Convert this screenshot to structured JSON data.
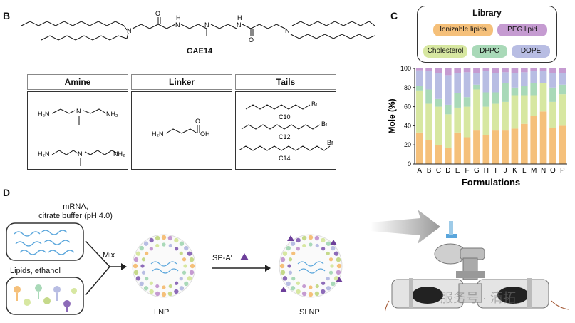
{
  "panels": {
    "b": "B",
    "c": "C",
    "d": "D"
  },
  "molecule_name": "GAE14",
  "table": {
    "headers": {
      "amine": "Amine",
      "linker": "Linker",
      "tails": "Tails"
    },
    "header_colors": {
      "amine": "#f9d9a6",
      "linker": "#cfe6b1",
      "tails": "#9ed5e1"
    },
    "tail_labels": [
      "C10",
      "C12",
      "C14"
    ],
    "atoms": {
      "H2N": "H₂N",
      "NH2": "NH₂",
      "N": "N",
      "O": "O",
      "OH": "OH",
      "Br": "Br",
      "H": "H"
    }
  },
  "library": {
    "title": "Library",
    "items": [
      {
        "label": "Ionizable lipids",
        "color": "#f5c07a"
      },
      {
        "label": "PEG lipid",
        "color": "#c59bd1"
      },
      {
        "label": "Cholesterol",
        "color": "#d7e7a1"
      },
      {
        "label": "DPPC",
        "color": "#a9d9b8"
      },
      {
        "label": "DOPE",
        "color": "#b8bde3"
      }
    ]
  },
  "chart_data": {
    "type": "bar",
    "stacked": true,
    "categories": [
      "A",
      "B",
      "C",
      "D",
      "E",
      "F",
      "G",
      "H",
      "I",
      "J",
      "K",
      "L",
      "M",
      "N",
      "O",
      "P"
    ],
    "series": [
      {
        "name": "Ionizable lipids",
        "color": "#f5c07a",
        "values": [
          33,
          25,
          20,
          17,
          33,
          28,
          35,
          30,
          35,
          35,
          37,
          42,
          50,
          55,
          38,
          40
        ]
      },
      {
        "name": "Cholesterol",
        "color": "#d7e7a1",
        "values": [
          44,
          38,
          40,
          35,
          26,
          32,
          43,
          30,
          28,
          30,
          35,
          30,
          22,
          30,
          27,
          33
        ]
      },
      {
        "name": "DPPC",
        "color": "#a9d9b8",
        "values": [
          5,
          15,
          8,
          10,
          15,
          10,
          5,
          15,
          12,
          20,
          8,
          10,
          13,
          0,
          15,
          10
        ]
      },
      {
        "name": "DOPE",
        "color": "#b8bde3",
        "values": [
          16,
          19,
          27,
          31,
          21,
          26,
          12,
          22,
          20,
          11,
          15,
          14,
          12,
          12,
          15,
          12
        ]
      },
      {
        "name": "PEG lipid",
        "color": "#c59bd1",
        "values": [
          2,
          3,
          5,
          7,
          5,
          4,
          5,
          3,
          5,
          4,
          5,
          4,
          3,
          3,
          5,
          5
        ]
      }
    ],
    "ylabel": "Mole (%)",
    "xlabel": "Formulations",
    "ylim": [
      0,
      100
    ],
    "yticks": [
      "0",
      "20",
      "40",
      "60",
      "80",
      "100"
    ]
  },
  "process": {
    "mrna_label": "mRNA,\ncitrate buffer  (pH 4.0)",
    "mrna_line1": "mRNA,",
    "mrna_line2": "citrate buffer  (pH 4.0)",
    "lipids_label": "Lipids, ethanol",
    "mix_label": "Mix",
    "peptide_label": "SP-A′",
    "lnp_label": "LNP",
    "slnp_label": "SLNP"
  },
  "watermark": "服务号 · 清拓"
}
